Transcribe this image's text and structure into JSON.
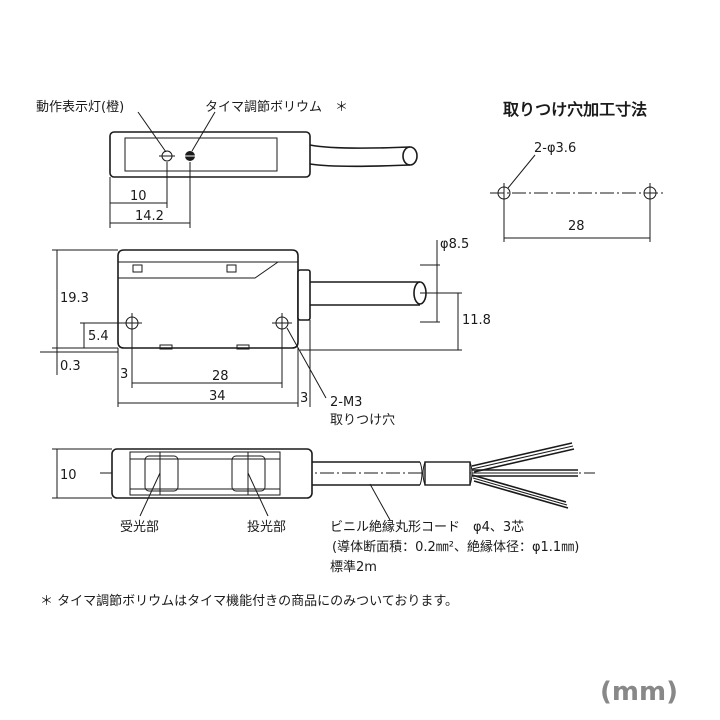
{
  "labels": {
    "indicator": "動作表示灯(橙)",
    "timer_pot": "タイマ調節ボリウム　＊",
    "mounting_holes_title": "取りつけ穴加工寸法",
    "hole_spec": "2-φ3.6",
    "thread_spec": "2-M3",
    "thread_note": "取りつけ穴",
    "receiver": "受光部",
    "emitter": "投光部",
    "cable_line1": "ビニル絶縁丸形コード　φ4、3芯",
    "cable_line2": "(導体断面積：0.2㎜²、絶縁体径：φ1.1㎜)",
    "cable_line3": "標準2m",
    "footnote": "＊ タイマ調節ボリウムはタイマ機能付きの商品にのみついております。",
    "unit": "(mm)"
  },
  "dimensions": {
    "d10_top": "10",
    "d14_2": "14.2",
    "d28_holes": "28",
    "d8_5": "φ8.5",
    "d19_3": "19.3",
    "d11_8": "11.8",
    "d5_4": "5.4",
    "d0_3": "0.3",
    "d3_left": "3",
    "d28_side": "28",
    "d34": "34",
    "d3_right": "3",
    "d10_bottom": "10"
  },
  "colors": {
    "line": "#1a1a1a",
    "unit_text": "#888888",
    "background": "#ffffff"
  }
}
